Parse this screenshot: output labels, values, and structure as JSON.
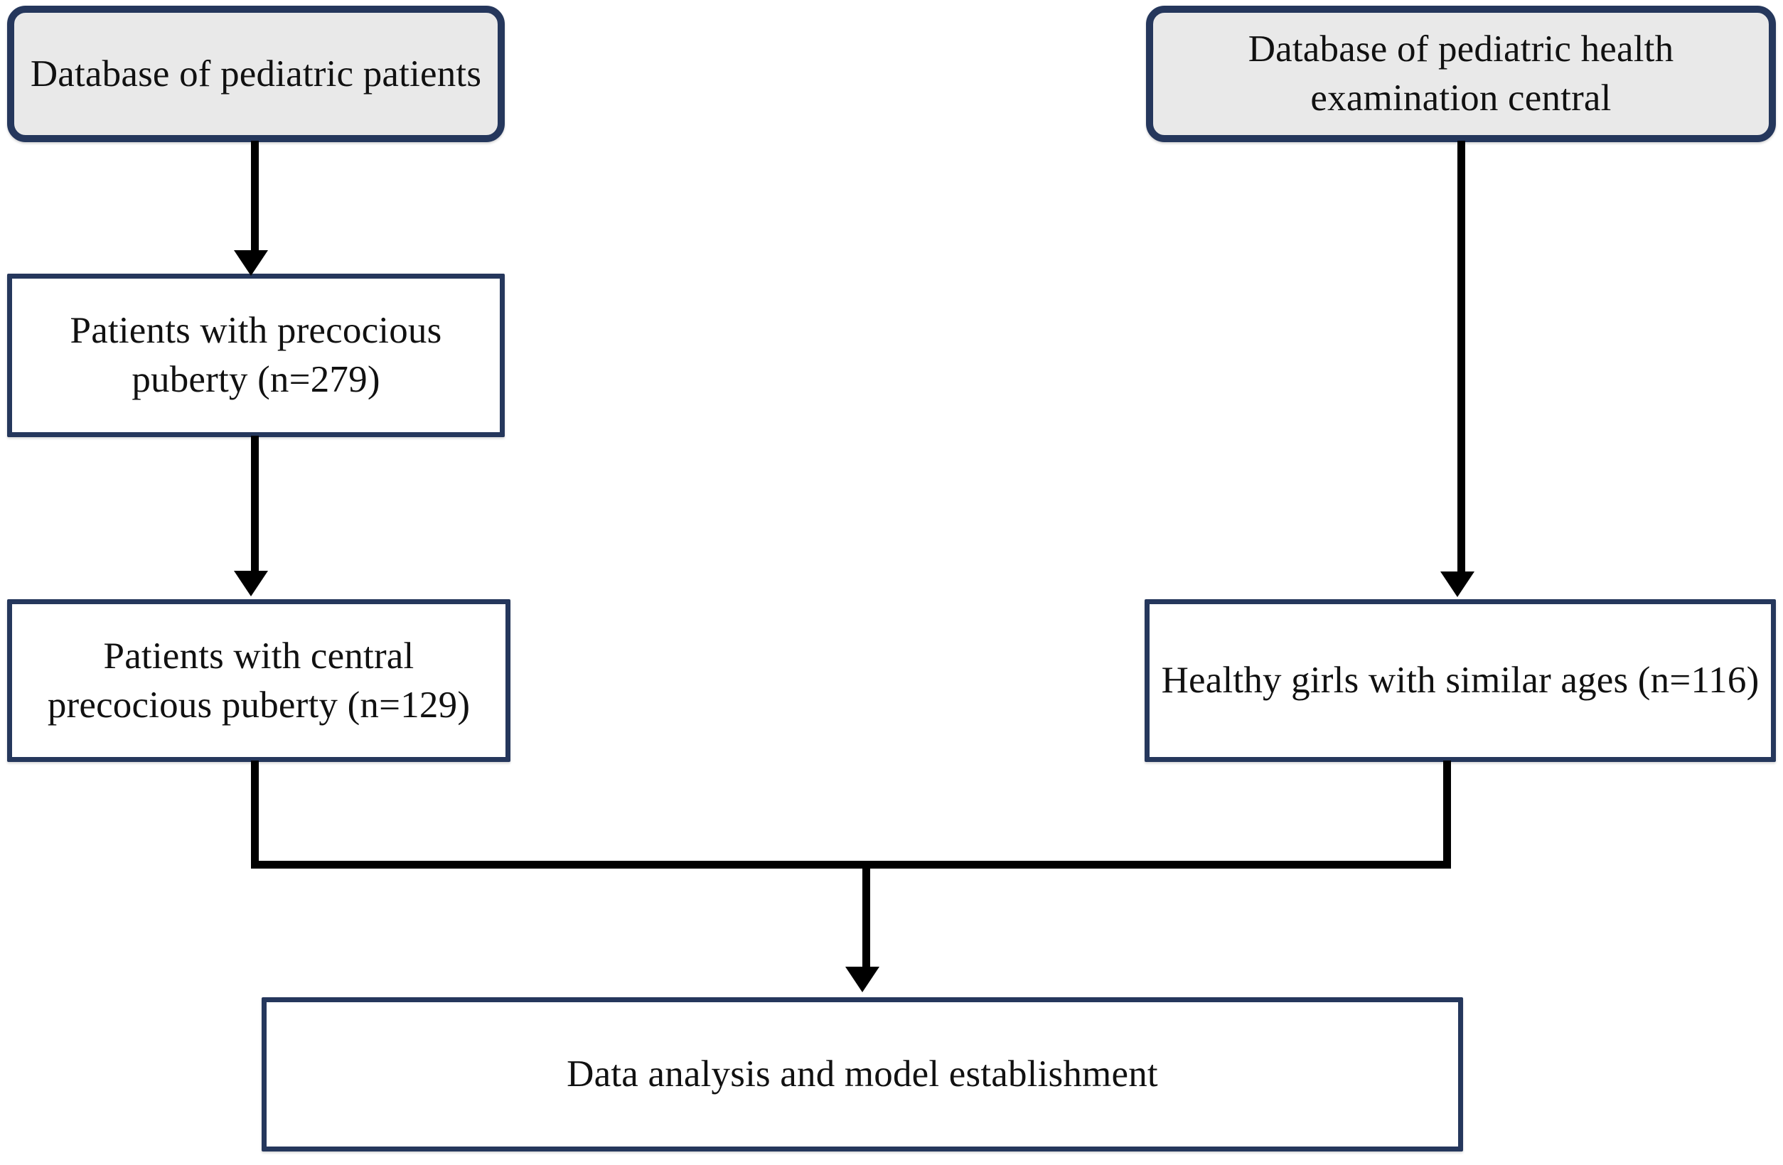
{
  "diagram": {
    "type": "flowchart",
    "title": "Study population selection flowchart",
    "colors": {
      "border": "#25375c",
      "source_fill": "#e9e9e9",
      "plain_fill": "#ffffff",
      "connector": "#000000",
      "text": "#111111"
    },
    "nodes": [
      {
        "id": "source-left",
        "shape": "rounded-rectangle",
        "style": "source",
        "lines": [
          "Database of pediatric",
          "patients"
        ],
        "text": "Database of pediatric patients"
      },
      {
        "id": "source-right",
        "shape": "rounded-rectangle",
        "style": "source",
        "lines": [
          "Database of pediatric health",
          "examination central"
        ],
        "text": "Database of pediatric health examination central"
      },
      {
        "id": "precocious-puberty",
        "shape": "rectangle",
        "style": "plain",
        "lines": [
          "Patients with",
          "precocious puberty",
          "(n=279)"
        ],
        "text": "Patients with precocious puberty (n=279)",
        "count_label": "(n=279)",
        "n": 279
      },
      {
        "id": "central-precocious-puberty",
        "shape": "rectangle",
        "style": "plain",
        "lines": [
          "Patients with central",
          "precocious puberty",
          "(n=129)"
        ],
        "text": "Patients with central precocious puberty (n=129)",
        "count_label": "(n=129)",
        "n": 129
      },
      {
        "id": "healthy-controls",
        "shape": "rectangle",
        "style": "plain",
        "lines": [
          "Healthy girls with similar ages",
          "(n=116)"
        ],
        "text": "Healthy girls with similar ages (n=116)",
        "count_label": "(n=116)",
        "n": 116
      },
      {
        "id": "analysis",
        "shape": "rectangle",
        "style": "plain",
        "lines": [
          "Data analysis and model establishment"
        ],
        "text": "Data analysis and model establishment"
      }
    ],
    "edges": [
      {
        "id": "e1",
        "from": "source-left",
        "to": "precocious-puberty",
        "style": "arrow-down"
      },
      {
        "id": "e2",
        "from": "precocious-puberty",
        "to": "central-precocious-puberty",
        "style": "arrow-down"
      },
      {
        "id": "e3",
        "from": "source-right",
        "to": "healthy-controls",
        "style": "arrow-down"
      },
      {
        "id": "e4",
        "from": "central-precocious-puberty",
        "to": "analysis",
        "style": "merge-elbow"
      },
      {
        "id": "e5",
        "from": "healthy-controls",
        "to": "analysis",
        "style": "merge-elbow"
      }
    ]
  }
}
